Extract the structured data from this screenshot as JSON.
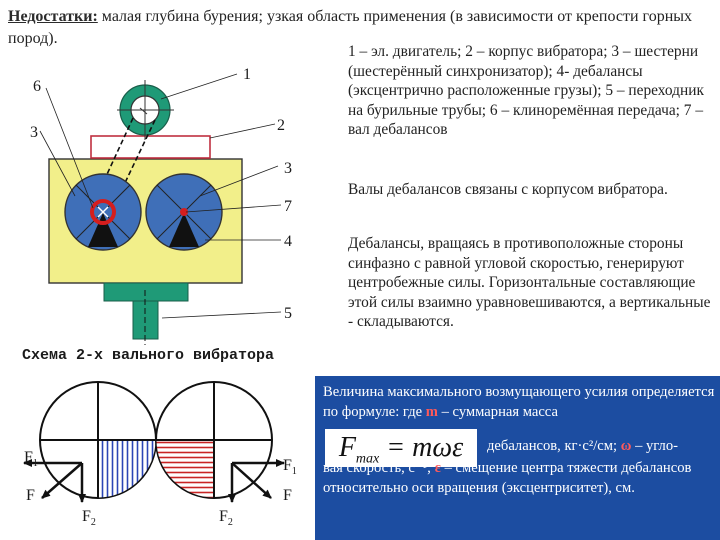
{
  "header": {
    "label": "Недостатки:",
    "text": "малая глубина бурения; узкая область применения (в зависимости от крепости горных пород)."
  },
  "legend": "1 – эл. двигатель; 2 – корпус вибратора; 3 – шестерни (шестерённый синхронизатор); 4- дебалансы (эксцентрично расположенные грузы); 5 – переходник на бурильные трубы; 6 – клиноремённая передача; 7 – вал дебалансов",
  "paragraph1": "Валы дебалансов связаны с корпусом вибратора.",
  "paragraph2": "Дебалансы, вращаясь в противоположные стороны синфазно с равной угловой скоростью, генерируют центробежные силы. Горизонтальные составляющие этой силы взаимно уравновешиваются, а вертикальные - складываются.",
  "diagram": {
    "labels": {
      "n1": "1",
      "n2": "2",
      "n3_left": "3",
      "n3_right": "3",
      "n4": "4",
      "n5": "5",
      "n6": "6",
      "n7": "7"
    },
    "caption": "Схема 2-х вального вибратора"
  },
  "forces": {
    "f1_left": "F",
    "f1_left_sub": "1",
    "f_left": "F",
    "f2_left": "F",
    "f2_left_sub": "2",
    "f1_right": "F",
    "f1_right_sub": "1",
    "f_right": "F",
    "f2_right": "F",
    "f2_right_sub": "2"
  },
  "info": {
    "intro": "Величина максимального возмущающего усилия определяется по формуле: где",
    "m_symbol": "m",
    "intro_tail": "– суммарная масса",
    "formula_lhs": "F",
    "formula_lhs_sub": "max",
    "formula_rhs": "= mωε",
    "right_text": "дебалансов, кг·с²/см;",
    "omega_symbol": "ω",
    "right_tail": "– угло-",
    "bottom_text1": "вая скорость, с⁻¹;",
    "epsilon_symbol": "ε",
    "bottom_text2": "– смещение центра тяжести дебалансов относительно оси вращения (эксцентриситет), см."
  },
  "colors": {
    "vibrator_body": "#f2ef8a",
    "debalance_fill": "#3f6fb8",
    "motor_ring": "#1f9a77",
    "eccentric_red": "#d51e1e",
    "info_box": "#1c4da1",
    "blue_hatch": "#2a45b5",
    "red_hatch": "#c92525"
  }
}
